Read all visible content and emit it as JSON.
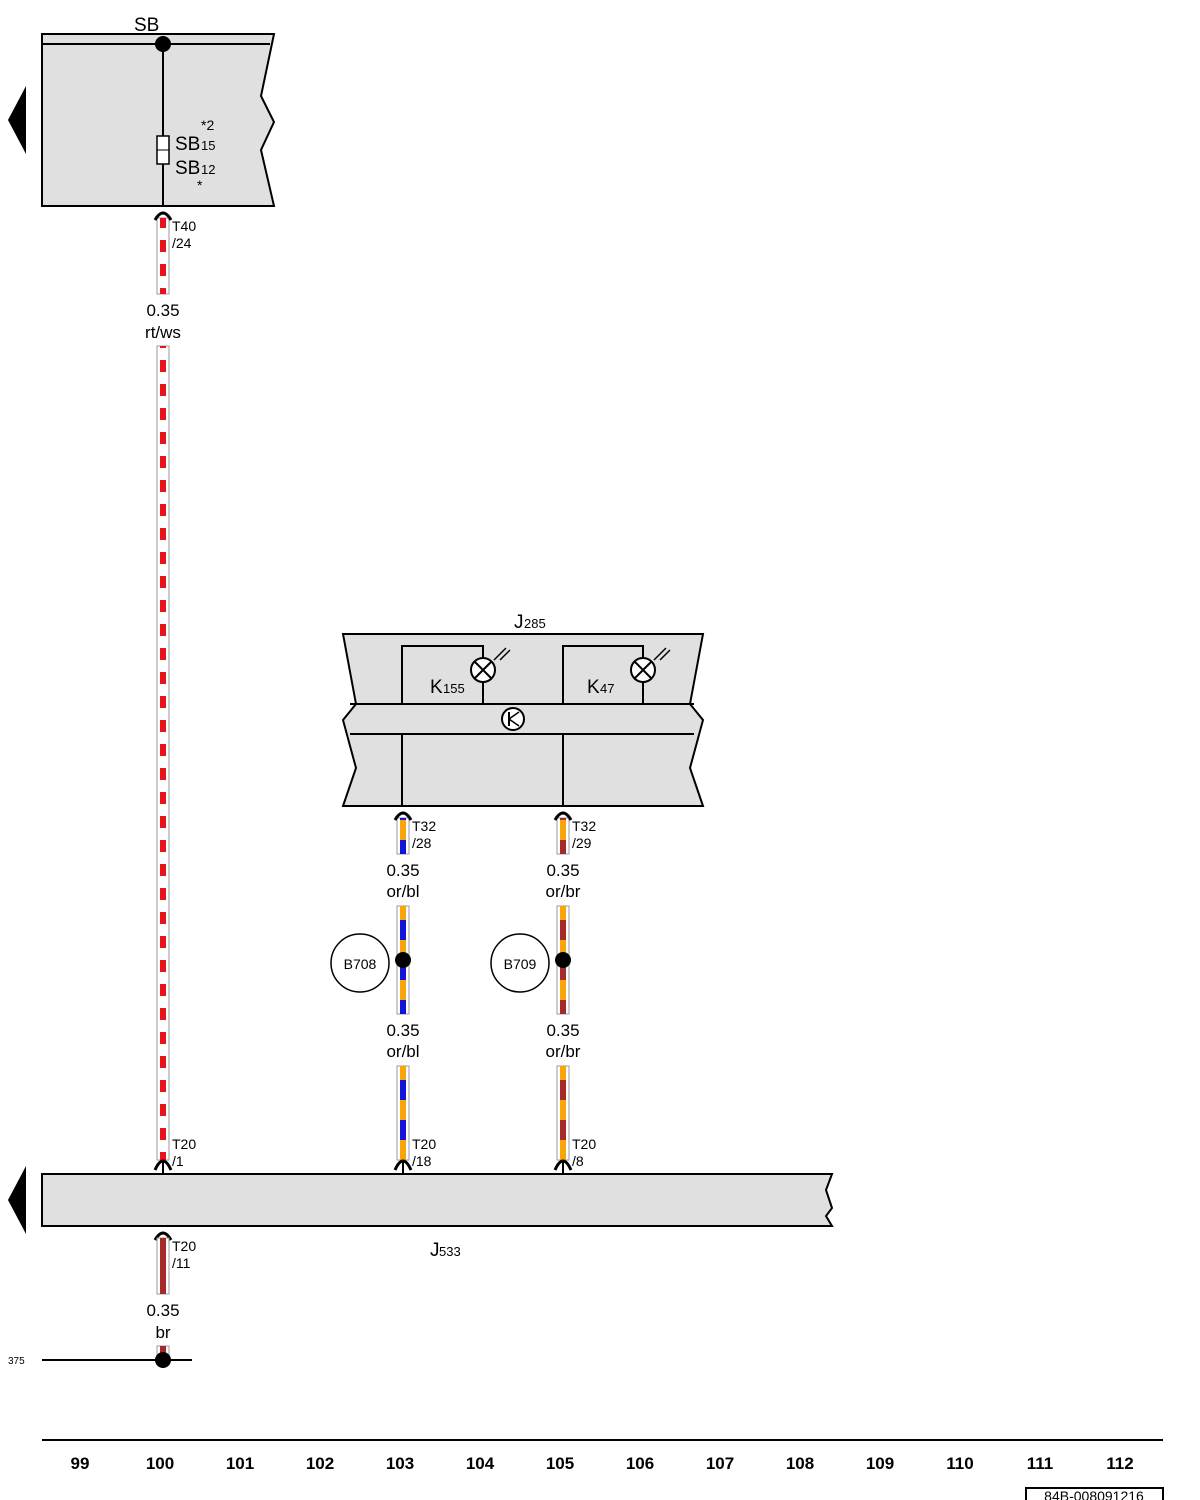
{
  "modules": {
    "sb": {
      "name": "SB",
      "fuse_top": "SB",
      "fuse_top_sub": "15",
      "fuse_top_note": "*2",
      "fuse_bottom": "SB",
      "fuse_bottom_sub": "12",
      "fuse_bottom_note": "*"
    },
    "j285": {
      "name": "J",
      "sub": "285"
    },
    "k155": {
      "name": "K",
      "sub": "155"
    },
    "k47": {
      "name": "K",
      "sub": "47"
    },
    "j533": {
      "name": "J",
      "sub": "533"
    }
  },
  "connectors": {
    "t40_24": {
      "line1": "T40",
      "line2": "/24"
    },
    "t20_1": {
      "line1": "T20",
      "line2": "/1"
    },
    "t20_11": {
      "line1": "T20",
      "line2": "/11"
    },
    "t32_28": {
      "line1": "T32",
      "line2": "/28"
    },
    "t32_29": {
      "line1": "T32",
      "line2": "/29"
    },
    "t20_18": {
      "line1": "T20",
      "line2": "/18"
    },
    "t20_8": {
      "line1": "T20",
      "line2": "/8"
    }
  },
  "wires": {
    "w1": {
      "gauge": "0.35",
      "color": "rt/ws"
    },
    "w2": {
      "gauge": "0.35",
      "color": "br"
    },
    "w3": {
      "gauge": "0.35",
      "color": "or/bl"
    },
    "w4": {
      "gauge": "0.35",
      "color": "or/bl"
    },
    "w5": {
      "gauge": "0.35",
      "color": "or/br"
    },
    "w6": {
      "gauge": "0.35",
      "color": "or/br"
    }
  },
  "splices": {
    "b708": "B708",
    "b709": "B709"
  },
  "ground_ref": "375",
  "axis": [
    "99",
    "100",
    "101",
    "102",
    "103",
    "104",
    "105",
    "106",
    "107",
    "108",
    "109",
    "110",
    "111",
    "112"
  ],
  "doc_id": "84B-008091216",
  "colors": {
    "red": "#e8141b",
    "white": "#ffffff",
    "blue": "#1414d8",
    "orange": "#f7a50a",
    "brown": "#a52a2a",
    "module_fill": "#e0e0e0"
  }
}
